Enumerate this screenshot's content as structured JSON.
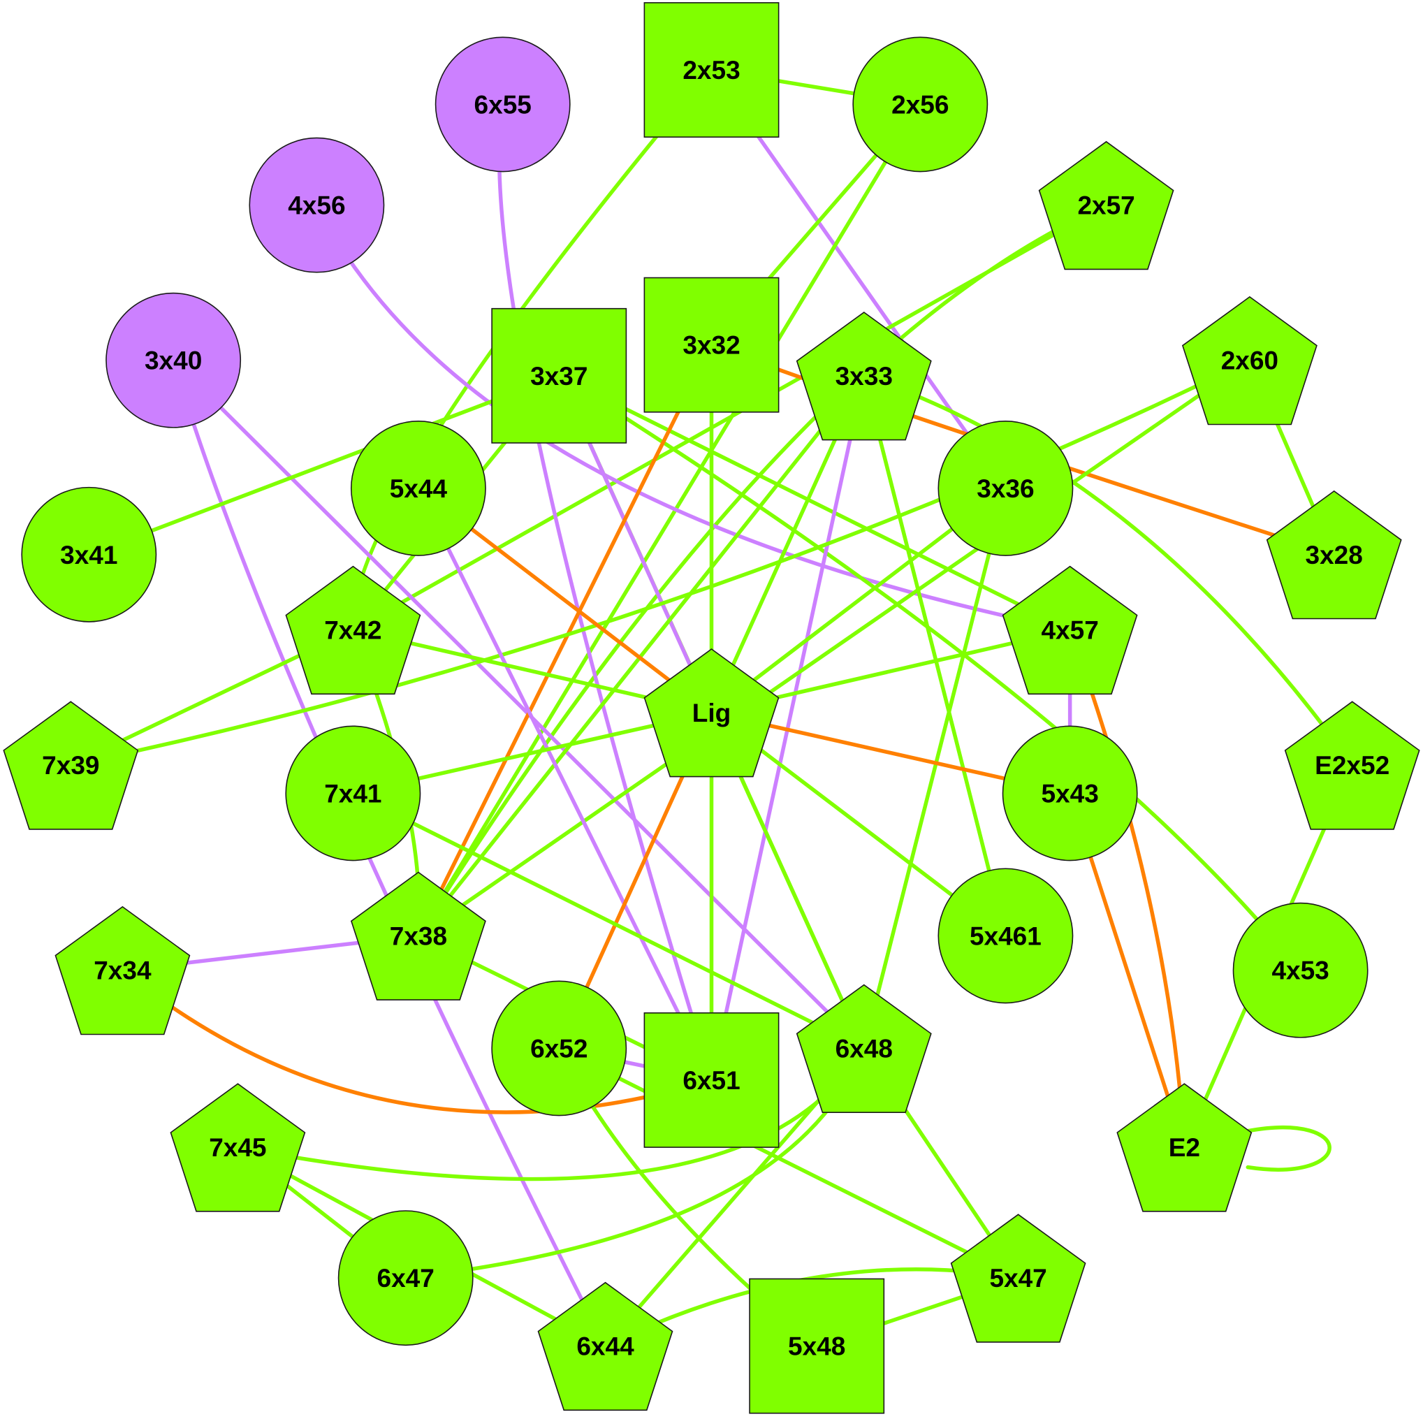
{
  "colors": {
    "green": "#80ff00",
    "purple": "#cc80ff",
    "orange": "#ff8000",
    "outline": "#1a1a1a",
    "text": "#000000"
  },
  "nodes": [
    {
      "id": "2x53",
      "label": "2x53",
      "shape": "square",
      "color": "green"
    },
    {
      "id": "6x55",
      "label": "6x55",
      "shape": "circle",
      "color": "purple"
    },
    {
      "id": "2x56",
      "label": "2x56",
      "shape": "circle",
      "color": "green"
    },
    {
      "id": "4x56",
      "label": "4x56",
      "shape": "circle",
      "color": "purple"
    },
    {
      "id": "2x57",
      "label": "2x57",
      "shape": "pentagon",
      "color": "green"
    },
    {
      "id": "3x40",
      "label": "3x40",
      "shape": "circle",
      "color": "purple"
    },
    {
      "id": "3x32",
      "label": "3x32",
      "shape": "square",
      "color": "green"
    },
    {
      "id": "3x37",
      "label": "3x37",
      "shape": "square",
      "color": "green"
    },
    {
      "id": "3x33",
      "label": "3x33",
      "shape": "pentagon",
      "color": "green"
    },
    {
      "id": "2x60",
      "label": "2x60",
      "shape": "pentagon",
      "color": "green"
    },
    {
      "id": "5x44",
      "label": "5x44",
      "shape": "circle",
      "color": "green"
    },
    {
      "id": "3x36",
      "label": "3x36",
      "shape": "circle",
      "color": "green"
    },
    {
      "id": "3x41",
      "label": "3x41",
      "shape": "circle",
      "color": "green"
    },
    {
      "id": "3x28",
      "label": "3x28",
      "shape": "pentagon",
      "color": "green"
    },
    {
      "id": "7x42",
      "label": "7x42",
      "shape": "pentagon",
      "color": "green"
    },
    {
      "id": "4x57",
      "label": "4x57",
      "shape": "pentagon",
      "color": "green"
    },
    {
      "id": "Lig",
      "label": "Lig",
      "shape": "pentagon",
      "color": "green"
    },
    {
      "id": "7x39",
      "label": "7x39",
      "shape": "pentagon",
      "color": "green"
    },
    {
      "id": "E2x52",
      "label": "E2x52",
      "shape": "pentagon",
      "color": "green"
    },
    {
      "id": "7x41",
      "label": "7x41",
      "shape": "circle",
      "color": "green"
    },
    {
      "id": "5x43",
      "label": "5x43",
      "shape": "circle",
      "color": "green"
    },
    {
      "id": "5x461",
      "label": "5x461",
      "shape": "circle",
      "color": "green"
    },
    {
      "id": "7x38",
      "label": "7x38",
      "shape": "pentagon",
      "color": "green"
    },
    {
      "id": "7x34",
      "label": "7x34",
      "shape": "pentagon",
      "color": "green"
    },
    {
      "id": "4x53",
      "label": "4x53",
      "shape": "circle",
      "color": "green"
    },
    {
      "id": "6x52",
      "label": "6x52",
      "shape": "circle",
      "color": "green"
    },
    {
      "id": "6x51",
      "label": "6x51",
      "shape": "square",
      "color": "green"
    },
    {
      "id": "6x48",
      "label": "6x48",
      "shape": "pentagon",
      "color": "green"
    },
    {
      "id": "7x45",
      "label": "7x45",
      "shape": "pentagon",
      "color": "green"
    },
    {
      "id": "E2",
      "label": "E2",
      "shape": "pentagon",
      "color": "green"
    },
    {
      "id": "6x47",
      "label": "6x47",
      "shape": "circle",
      "color": "green"
    },
    {
      "id": "5x47",
      "label": "5x47",
      "shape": "pentagon",
      "color": "green"
    },
    {
      "id": "6x44",
      "label": "6x44",
      "shape": "pentagon",
      "color": "green"
    },
    {
      "id": "5x48",
      "label": "5x48",
      "shape": "square",
      "color": "green"
    }
  ],
  "edges": [
    {
      "source": "2x53",
      "target": "2x56",
      "color": "green"
    },
    {
      "source": "2x53",
      "target": "7x42",
      "color": "green"
    },
    {
      "source": "2x53",
      "target": "3x36",
      "color": "purple"
    },
    {
      "source": "2x56",
      "target": "3x32",
      "color": "green"
    },
    {
      "source": "2x56",
      "target": "7x38",
      "color": "green"
    },
    {
      "source": "2x57",
      "target": "7x42",
      "color": "green"
    },
    {
      "source": "2x57",
      "target": "7x38",
      "color": "green"
    },
    {
      "source": "6x55",
      "target": "6x51",
      "color": "purple"
    },
    {
      "source": "4x56",
      "target": "4x57",
      "color": "purple"
    },
    {
      "source": "3x40",
      "target": "6x48",
      "color": "purple"
    },
    {
      "source": "3x40",
      "target": "6x44",
      "color": "purple"
    },
    {
      "source": "3x37",
      "target": "3x41",
      "color": "green"
    },
    {
      "source": "3x37",
      "target": "4x57",
      "color": "green"
    },
    {
      "source": "3x37",
      "target": "4x53",
      "color": "green"
    },
    {
      "source": "3x37",
      "target": "6x48",
      "color": "green"
    },
    {
      "source": "3x37",
      "target": "Lig",
      "color": "purple"
    },
    {
      "source": "3x37",
      "target": "7x42",
      "color": "green"
    },
    {
      "source": "3x32",
      "target": "Lig",
      "color": "green"
    },
    {
      "source": "3x32",
      "target": "7x38",
      "color": "orange"
    },
    {
      "source": "3x32",
      "target": "3x28",
      "color": "orange"
    },
    {
      "source": "3x33",
      "target": "E2x52",
      "color": "green"
    },
    {
      "source": "3x33",
      "target": "5x461",
      "color": "green"
    },
    {
      "source": "3x33",
      "target": "6x51",
      "color": "purple"
    },
    {
      "source": "3x33",
      "target": "7x38",
      "color": "green"
    },
    {
      "source": "3x33",
      "target": "Lig",
      "color": "green"
    },
    {
      "source": "2x60",
      "target": "3x28",
      "color": "green"
    },
    {
      "source": "2x60",
      "target": "7x39",
      "color": "green"
    },
    {
      "source": "2x60",
      "target": "7x38",
      "color": "green"
    },
    {
      "source": "3x36",
      "target": "Lig",
      "color": "green"
    },
    {
      "source": "3x36",
      "target": "6x48",
      "color": "green"
    },
    {
      "source": "5x44",
      "target": "Lig",
      "color": "orange"
    },
    {
      "source": "5x44",
      "target": "6x51",
      "color": "purple"
    },
    {
      "source": "7x42",
      "target": "Lig",
      "color": "green"
    },
    {
      "source": "7x42",
      "target": "7x39",
      "color": "green"
    },
    {
      "source": "7x42",
      "target": "7x38",
      "color": "green"
    },
    {
      "source": "4x57",
      "target": "Lig",
      "color": "green"
    },
    {
      "source": "4x57",
      "target": "5x43",
      "color": "purple"
    },
    {
      "source": "4x57",
      "target": "E2",
      "color": "orange"
    },
    {
      "source": "Lig",
      "target": "5x43",
      "color": "orange"
    },
    {
      "source": "Lig",
      "target": "7x41",
      "color": "green"
    },
    {
      "source": "Lig",
      "target": "6x51",
      "color": "green"
    },
    {
      "source": "Lig",
      "target": "6x52",
      "color": "orange"
    },
    {
      "source": "Lig",
      "target": "5x461",
      "color": "green"
    },
    {
      "source": "Lig",
      "target": "6x48",
      "color": "green"
    },
    {
      "source": "E2x52",
      "target": "E2",
      "color": "green"
    },
    {
      "source": "5x43",
      "target": "E2",
      "color": "orange"
    },
    {
      "source": "7x41",
      "target": "6x48",
      "color": "green"
    },
    {
      "source": "7x38",
      "target": "7x34",
      "color": "purple"
    },
    {
      "source": "7x38",
      "target": "6x51",
      "color": "green"
    },
    {
      "source": "7x34",
      "target": "6x51",
      "color": "orange"
    },
    {
      "source": "6x52",
      "target": "6x51",
      "color": "purple"
    },
    {
      "source": "6x52",
      "target": "5x47",
      "color": "green"
    },
    {
      "source": "6x52",
      "target": "5x48",
      "color": "green"
    },
    {
      "source": "6x48",
      "target": "5x47",
      "color": "green"
    },
    {
      "source": "6x48",
      "target": "6x47",
      "color": "green"
    },
    {
      "source": "6x48",
      "target": "6x44",
      "color": "green"
    },
    {
      "source": "7x45",
      "target": "6x47",
      "color": "green"
    },
    {
      "source": "7x45",
      "target": "6x44",
      "color": "green"
    },
    {
      "source": "7x45",
      "target": "6x48",
      "color": "green"
    },
    {
      "source": "6x44",
      "target": "5x47",
      "color": "green"
    },
    {
      "source": "5x48",
      "target": "5x47",
      "color": "green"
    },
    {
      "source": "E2",
      "target": "E2",
      "color": "green"
    }
  ]
}
